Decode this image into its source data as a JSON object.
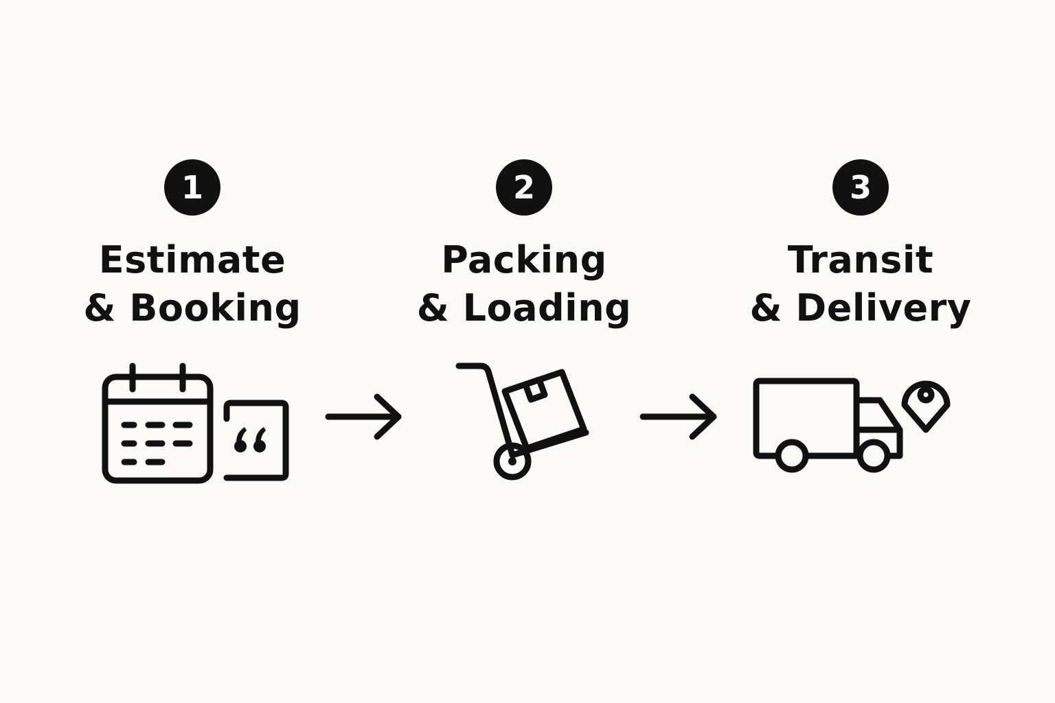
{
  "steps": [
    {
      "number": "1",
      "line1": "Estimate",
      "line2": "& Booking",
      "icon": "calendar-quote-icon"
    },
    {
      "number": "2",
      "line1": "Packing",
      "line2": "& Loading",
      "icon": "hand-truck-box-icon"
    },
    {
      "number": "3",
      "line1": "Transit",
      "line2": "& Delivery",
      "icon": "truck-location-icon"
    }
  ],
  "connectors": [
    "arrow-right-icon",
    "arrow-right-icon"
  ],
  "colors": {
    "background": "#fbfaf7",
    "ink": "#111111",
    "badge_text": "#ffffff"
  }
}
